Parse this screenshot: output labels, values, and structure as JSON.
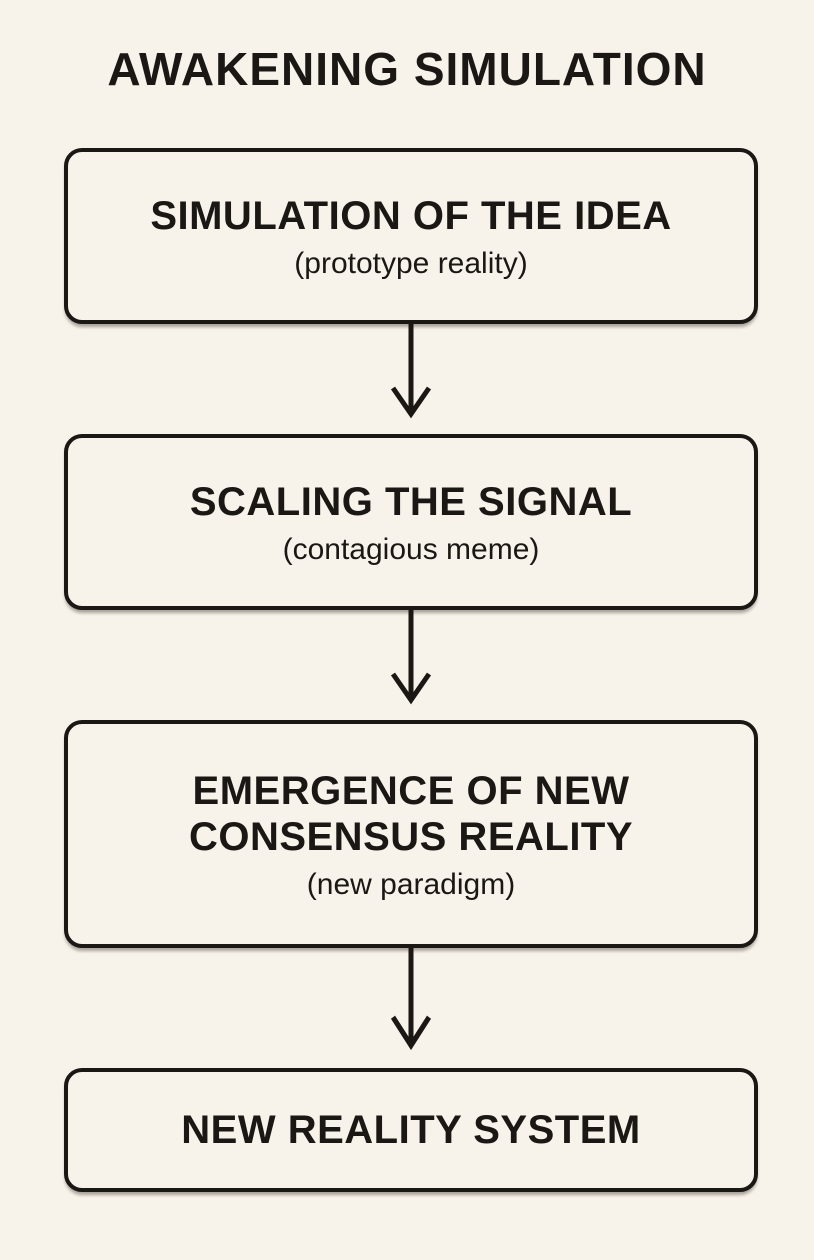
{
  "page": {
    "title": "AWAKENING SIMULATION"
  },
  "theme": {
    "background": "#f8f3ea",
    "ink": "#1a1714"
  },
  "flowchart": {
    "direction": "top-down",
    "connector": "down-arrow",
    "nodes": [
      {
        "title": "SIMULATION OF THE IDEA",
        "subtitle": "(prototype reality)"
      },
      {
        "title": "SCALING THE SIGNAL",
        "subtitle": "(contagious meme)"
      },
      {
        "title": "EMERGENCE OF NEW CONSENSUS REALITY",
        "subtitle": "(new paradigm)"
      },
      {
        "title": "NEW REALITY SYSTEM"
      }
    ]
  }
}
